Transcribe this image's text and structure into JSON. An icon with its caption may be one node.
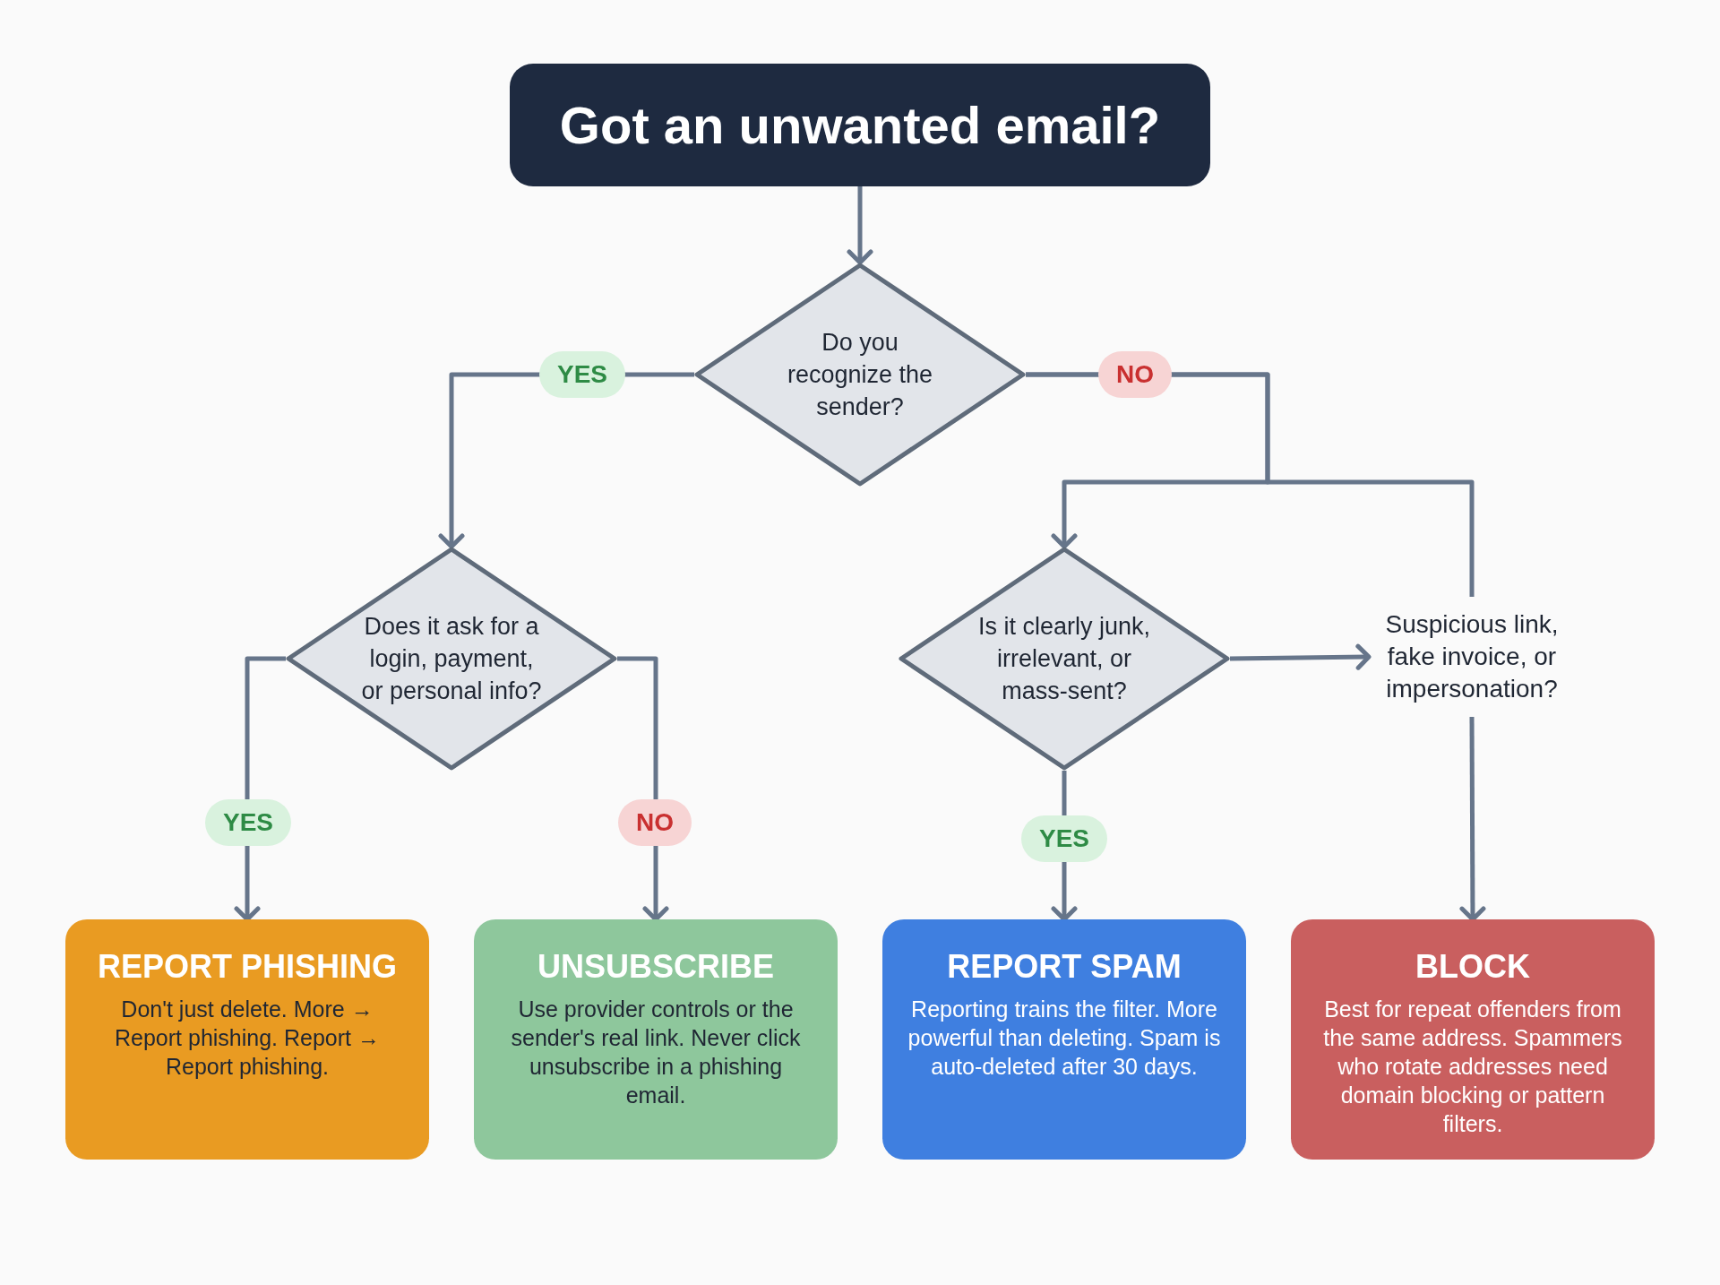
{
  "diagram": {
    "nodes": [
      {
        "text": [
          "Got an unwanted email?"
        ]
      },
      {
        "text": [
          "Do you recognize the sender?"
        ]
      },
      {
        "text": [
          "Does it ask for a login, payment, or personal info?"
        ]
      },
      {
        "text": [
          "Is it clearly junk, irrelevant, or mass-sent?"
        ]
      },
      {
        "text": [
          "Suspicious link, fake invoice, or impersonation?"
        ]
      },
      {
        "text": [
          "REPORT PHISHING",
          "Don't just delete. More → Report phishing. Report → Report phishing."
        ]
      },
      {
        "text": [
          "UNSUBSCRIBE",
          "Use provider controls or the sender's real link. Never click unsubscribe in a phishing email."
        ]
      },
      {
        "text": [
          "REPORT SPAM",
          "Reporting trains the filter. More powerful than deleting. Spam is auto-deleted after 30 days."
        ]
      },
      {
        "text": [
          "BLOCK",
          "Best for repeat offenders from the same address. Spammers who rotate addresses need domain blocking or pattern filters."
        ]
      }
    ],
    "edges": [
      {
        "from": 0,
        "to": 1,
        "arrow": "to"
      },
      {
        "from": 1,
        "to": 2,
        "arrow": "to",
        "label": "YES"
      },
      {
        "from": 1,
        "to": 3,
        "arrow": "to",
        "label": "NO"
      },
      {
        "from": 1,
        "to": 4,
        "arrow": "none"
      },
      {
        "from": 2,
        "to": 5,
        "arrow": "to",
        "label": "YES"
      },
      {
        "from": 2,
        "to": 6,
        "arrow": "to",
        "label": "NO"
      },
      {
        "from": 3,
        "to": 4,
        "arrow": "to"
      },
      {
        "from": 3,
        "to": 7,
        "arrow": "to",
        "label": "YES"
      },
      {
        "from": 4,
        "to": 8,
        "arrow": "to"
      }
    ]
  }
}
